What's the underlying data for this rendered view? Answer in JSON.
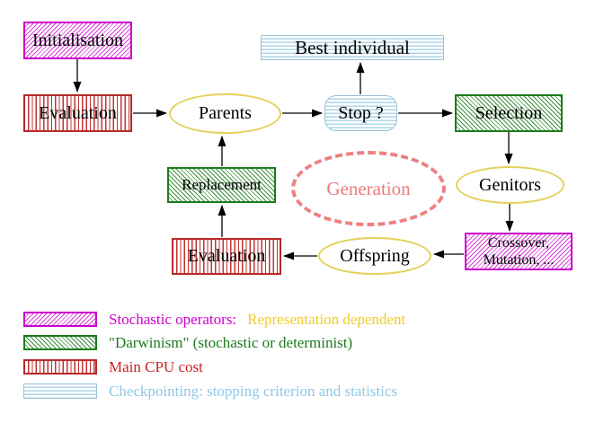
{
  "nodes": {
    "initialisation": "Initialisation",
    "evaluation_top": "Evaluation",
    "parents": "Parents",
    "stop": "Stop ?",
    "best_individual": "Best individual",
    "selection": "Selection",
    "replacement": "Replacement",
    "genitors": "Genitors",
    "generation": "Generation",
    "crossover_line1": "Crossover,",
    "crossover_line2": "Mutation, ...",
    "offspring": "Offspring",
    "evaluation_bottom": "Evaluation"
  },
  "legend": {
    "stochastic": {
      "label": "Stochastic operators:",
      "suffix": "Representation dependent"
    },
    "darwinism": {
      "label": "\"Darwinism\" (stochastic or determinist)"
    },
    "cpu": {
      "label": "Main CPU cost"
    },
    "checkpointing": {
      "label": "Checkpointing: stopping criterion and statistics"
    }
  },
  "colors": {
    "magenta": "#cc00cc",
    "red_border": "#b82828",
    "red_text": "#cc2222",
    "green": "#1c7c1c",
    "cyan_stripe": "#aed6e8",
    "cyan_text": "#8fc8e6",
    "yellow_border": "#e3d15b",
    "yellow_fill": "#fffbe2",
    "gold_text": "#eecd2a",
    "salmon": "#ef8080",
    "arrow": "#000000"
  }
}
